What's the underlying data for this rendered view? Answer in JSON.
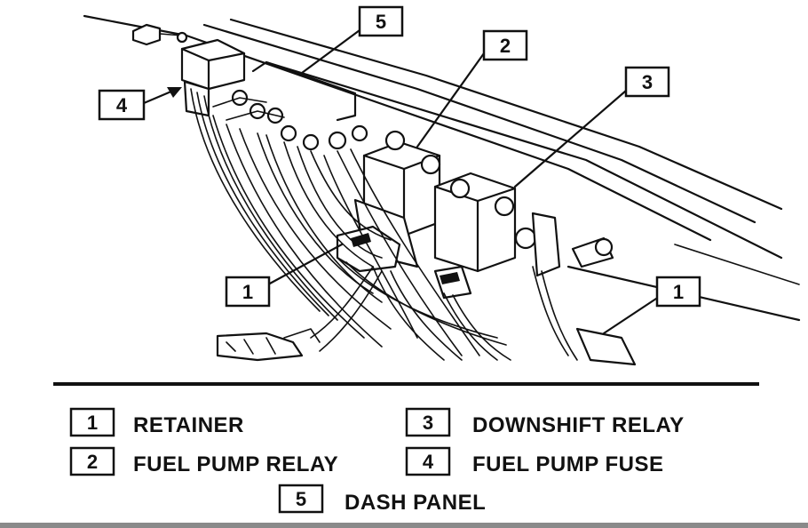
{
  "callouts": [
    {
      "id": "callout-5",
      "num": "5"
    },
    {
      "id": "callout-2",
      "num": "2"
    },
    {
      "id": "callout-3",
      "num": "3"
    },
    {
      "id": "callout-4",
      "num": "4"
    },
    {
      "id": "callout-1a",
      "num": "1"
    },
    {
      "id": "callout-1b",
      "num": "1"
    }
  ],
  "legend": [
    {
      "num": "1",
      "label": "RETAINER"
    },
    {
      "num": "3",
      "label": "DOWNSHIFT RELAY"
    },
    {
      "num": "2",
      "label": "FUEL PUMP RELAY"
    },
    {
      "num": "4",
      "label": "FUEL PUMP FUSE"
    },
    {
      "num": "5",
      "label": "DASH PANEL"
    }
  ]
}
